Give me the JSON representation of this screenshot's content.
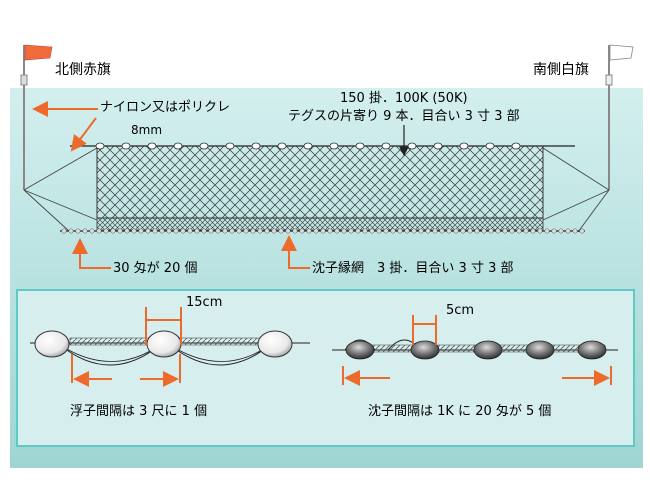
{
  "flags": {
    "north": {
      "label": "北側赤旗",
      "color": "#f06a3a"
    },
    "south": {
      "label": "南側白旗",
      "color": "#ffffff"
    }
  },
  "top_net": {
    "rope_label": "ナイロン又はポリクレ",
    "rope_size": "8mm",
    "spec_line1": "150 掛．100K (50K)",
    "spec_line2": "テグスの片寄り 9 本．目合い 3 寸 3 部",
    "sinker_label": "30 匁が 20 個",
    "bottom_net_label": "沈子縁網　3 掛．目合い 3 寸 3 部"
  },
  "float_detail": {
    "dimension": "15cm",
    "caption": "浮子間隔は 3 尺に 1 個"
  },
  "sinker_detail": {
    "dimension": "5cm",
    "caption": "沈子間隔は 1K に 20 匁が 5 個"
  },
  "colors": {
    "water": "#c2e8e6",
    "water_deep": "#9fd4d2",
    "arrow": "#ee6a2a",
    "panel_border": "#5fc9c3"
  }
}
